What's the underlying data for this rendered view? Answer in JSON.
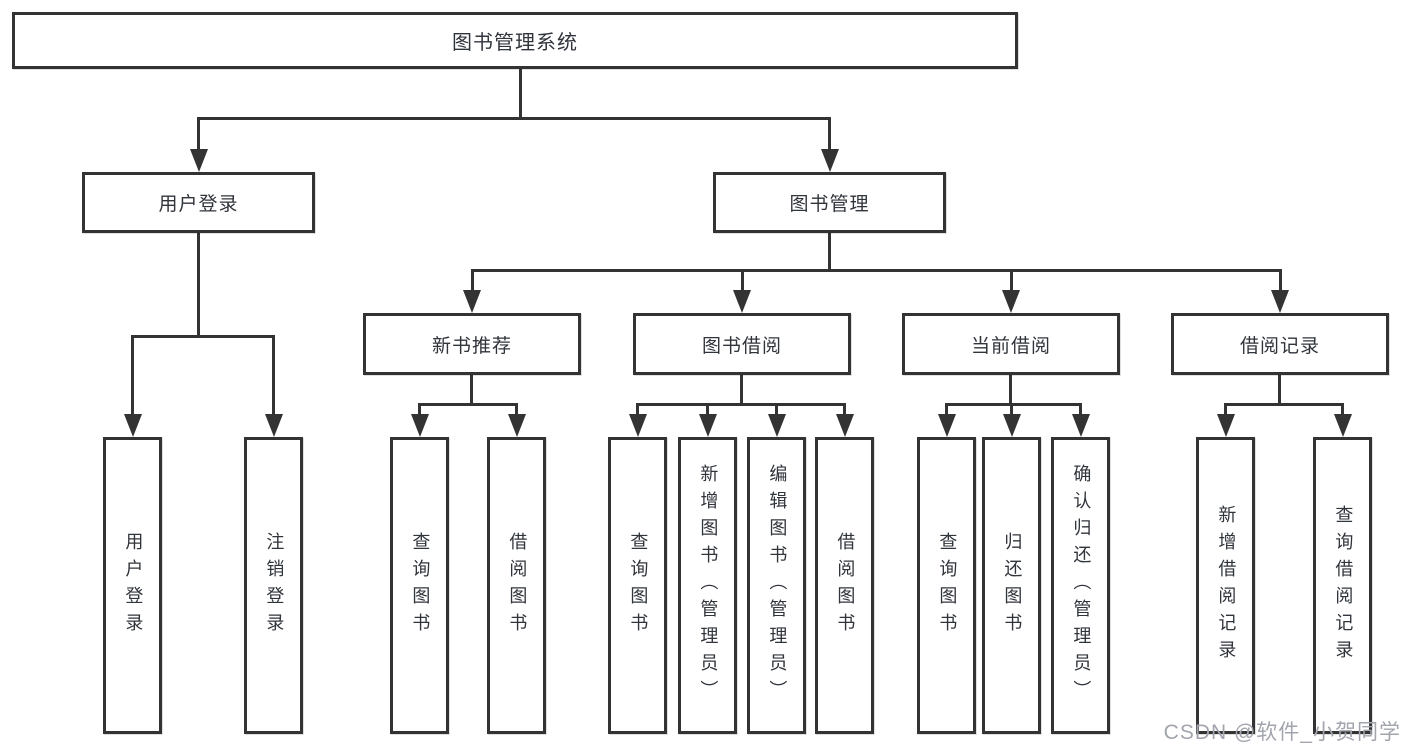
{
  "diagram": {
    "root": {
      "label": "图书管理系统"
    },
    "branches": [
      {
        "label": "用户登录",
        "leaves": [
          {
            "label": "用户登录"
          },
          {
            "label": "注销登录"
          }
        ]
      },
      {
        "label": "图书管理",
        "groups": [
          {
            "label": "新书推荐",
            "leaves": [
              {
                "label": "查询图书"
              },
              {
                "label": "借阅图书"
              }
            ]
          },
          {
            "label": "图书借阅",
            "leaves": [
              {
                "label": "查询图书"
              },
              {
                "label": "新增图书（管理员）"
              },
              {
                "label": "编辑图书（管理员）"
              },
              {
                "label": "借阅图书"
              }
            ]
          },
          {
            "label": "当前借阅",
            "leaves": [
              {
                "label": "查询图书"
              },
              {
                "label": "归还图书"
              },
              {
                "label": "确认归还（管理员）"
              }
            ]
          },
          {
            "label": "借阅记录",
            "leaves": [
              {
                "label": "新增借阅记录"
              },
              {
                "label": "查询借阅记录"
              }
            ]
          }
        ]
      }
    ]
  },
  "watermark": {
    "text": "CSDN @软件_小贺同学"
  },
  "colors": {
    "line": "#333333",
    "text": "#30343b",
    "box_bg": "#ffffff",
    "watermark": "#a2a5ad"
  }
}
